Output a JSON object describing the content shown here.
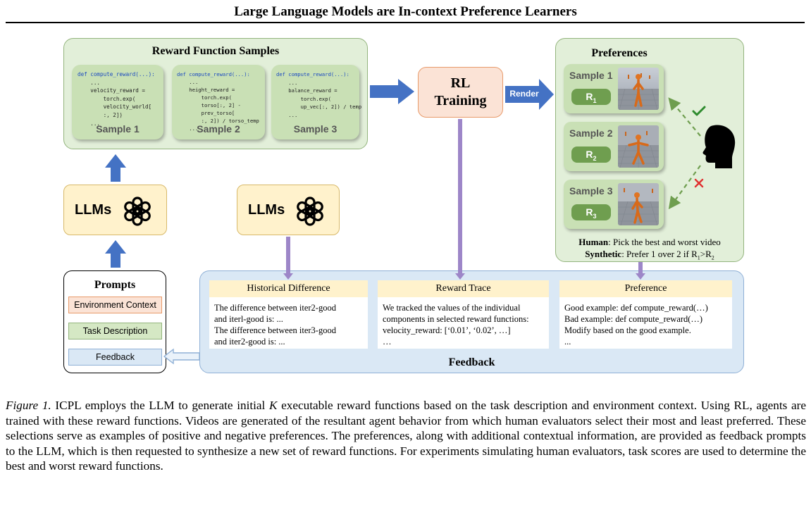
{
  "title": "Large Language Models are In-context Preference Learners",
  "reward_samples": {
    "title": "Reward Function Samples",
    "samples": [
      {
        "label": "Sample 1",
        "code": [
          "def compute_reward(...):",
          "    ...",
          "    velocity_reward =",
          "        torch.exp(",
          "        velocity_world[",
          "        :, 2])",
          "    ..."
        ]
      },
      {
        "label": "Sample 2",
        "code": [
          "def compute_reward(...):",
          "    ...",
          "    height_reward =",
          "        torch.exp(",
          "        torso[:, 2] -",
          "        prev_torso[",
          "        :, 2]) / torso_temp",
          "    ..."
        ]
      },
      {
        "label": "Sample 3",
        "code": [
          "def compute_reward(...):",
          "    ...",
          "    balance_reward =",
          "        torch.exp(",
          "        up_vec[:, 2]) / temp",
          "    ..."
        ]
      }
    ]
  },
  "llms_label": "LLMs",
  "rl_training": "RL\nTraining",
  "render_label": "Render",
  "preferences": {
    "title": "Preferences",
    "samples": [
      {
        "label": "Sample 1",
        "reward": "R",
        "sub": "1"
      },
      {
        "label": "Sample 2",
        "reward": "R",
        "sub": "2"
      },
      {
        "label": "Sample 3",
        "reward": "R",
        "sub": "3"
      }
    ],
    "human_label": "Human",
    "human_text": ": Pick the best and worst video",
    "synthetic_label": "Synthetic",
    "synthetic_text_1": ": Prefer 1 over 2 if R",
    "synthetic_sub_1": "1",
    "synthetic_gt": ">R",
    "synthetic_sub_2": "2"
  },
  "prompts": {
    "title": "Prompts",
    "items": [
      "Environment Context",
      "Task Description",
      "Feedback"
    ]
  },
  "feedback": {
    "title": "Feedback",
    "columns": [
      {
        "header": "Historical Difference",
        "lines": [
          "The difference between iter2-good",
          "and iterl-good is: ...",
          "The difference between iter3-good",
          "and iter2-good is: ..."
        ]
      },
      {
        "header": "Reward Trace",
        "lines": [
          "We tracked the values of the individual",
          "components in selected reward functions:",
          "velocity_reward: [‘0.01’, ‘0.02’, …]",
          "…"
        ]
      },
      {
        "header": "Preference",
        "lines": [
          "Good example: def compute_reward(…)",
          "Bad example: def compute_reward(…)",
          "Modify based on the good example.",
          "..."
        ]
      }
    ]
  },
  "caption": {
    "figure_label": "Figure 1.",
    "text_before_k": " ICPL employs the LLM to generate initial ",
    "k": "K",
    "text_after_k": " executable reward functions based on the task description and environment context. Using RL, agents are trained with these reward functions.  Videos are generated of the resultant agent behavior from which human evaluators select their most and least preferred. These selections serve as examples of positive and negative preferences. The preferences, along with additional contextual information, are provided as feedback prompts to the LLM, which is then requested to synthesize a new set of reward functions. For experiments simulating human evaluators, task scores are used to determine the best and worst reward functions."
  },
  "colors": {
    "green_panel": "#e2efd9",
    "yellow_box": "#fff2cc",
    "orange_box": "#fbe3d6",
    "blue_panel": "#dae8f5",
    "arrow_blue": "#4472c4",
    "arrow_purple": "#9d86c8",
    "check_green": "#2e8b2e",
    "cross_red": "#e03030"
  }
}
